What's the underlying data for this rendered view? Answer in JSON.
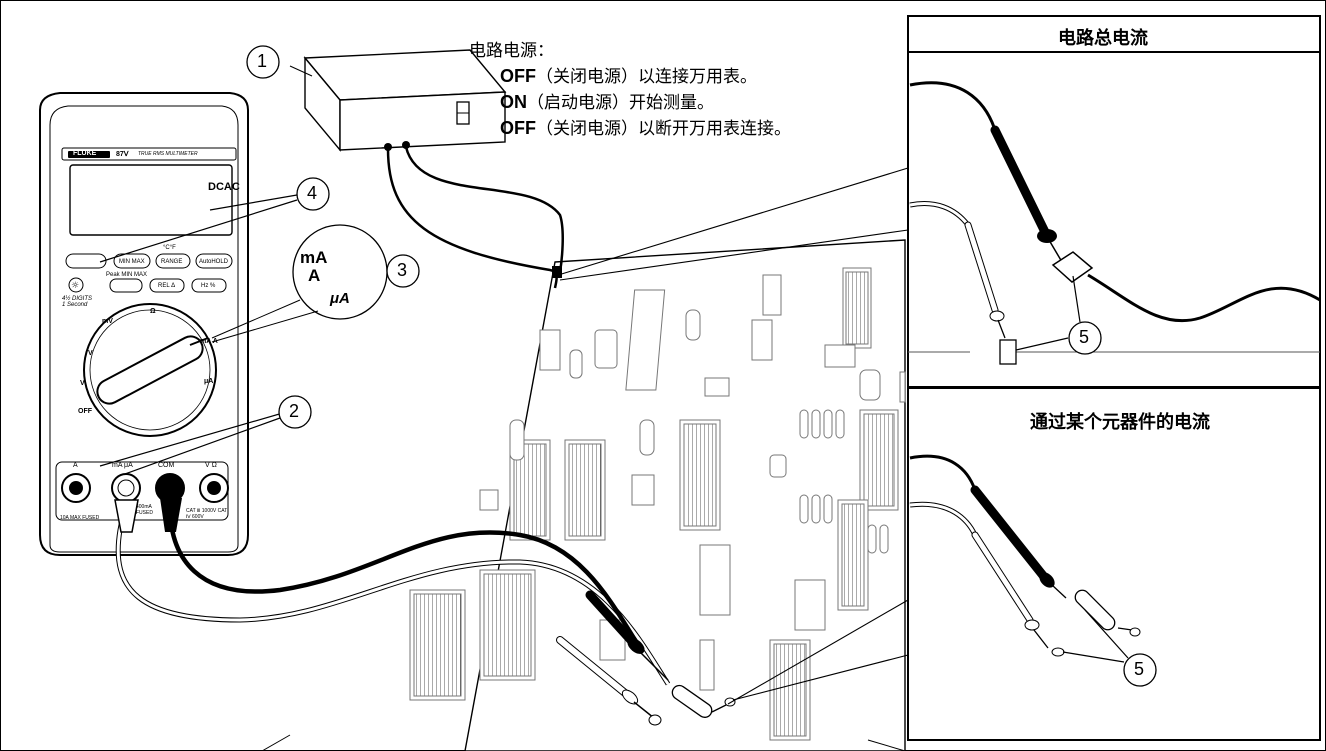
{
  "instructions": {
    "title": "电路电源：",
    "steps": [
      {
        "key": "OFF",
        "text": "（关闭电源）以连接万用表。"
      },
      {
        "key": "ON",
        "text": "（启动电源）开始测量。"
      },
      {
        "key": "OFF",
        "text": "（关闭电源）以断开万用表连接。"
      }
    ]
  },
  "callouts": [
    "1",
    "2",
    "3",
    "4",
    "5"
  ],
  "insets": {
    "top_title": "电路总电流",
    "bottom_title": "通过某个元器件的电流"
  },
  "meter": {
    "brand": "FLUKE",
    "model": "87",
    "model_suffix": "Ⅴ",
    "subtitle": "TRUE RMS MULTIMETER",
    "display_text": "DCAC",
    "buttons": {
      "min_max": "MIN MAX",
      "range": "RANGE",
      "autohold": "AutoHOLD",
      "temp_unit": "°C°F",
      "peak": "Peak MIN MAX",
      "rel": "REL Δ",
      "hz": "Hz %",
      "digits": "4½ DIGITS",
      "digits_sub": "1 Second"
    },
    "dial": {
      "off": "OFF",
      "mv": "mV",
      "v_dc": "V",
      "v_ac": "V",
      "ohm": "Ω",
      "ma_a": "mA A",
      "ua": "μA"
    },
    "jacks": {
      "a": "A",
      "ma_ua": "mA μA",
      "com": "COM",
      "v_ohm": "V Ω",
      "a_fuse": "10A MAX FUSED",
      "ma_fuse": "400mA FUSED",
      "cat": "CAT Ⅲ 1000V CAT Ⅳ 600V"
    },
    "zoom_ma": "mA",
    "zoom_a": "A",
    "zoom_ua": "μA"
  }
}
